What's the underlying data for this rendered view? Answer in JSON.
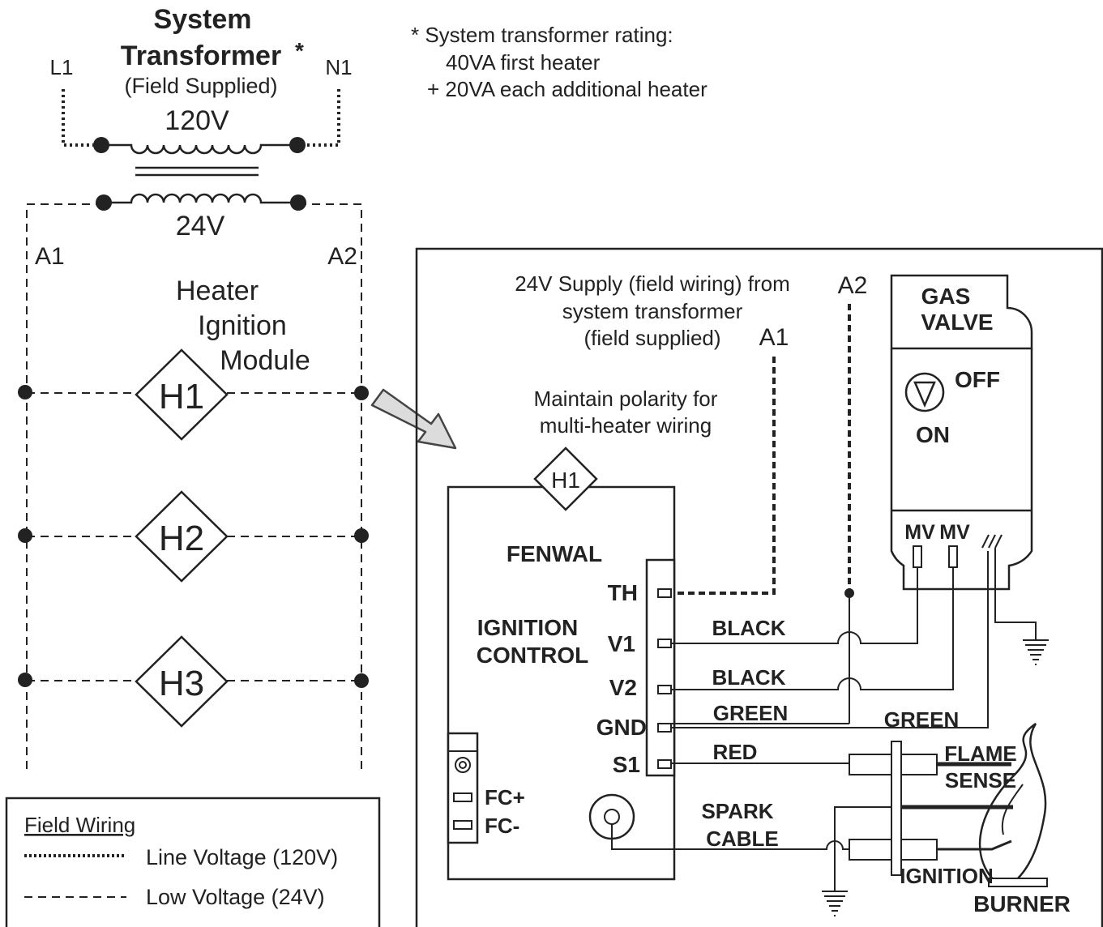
{
  "transformer": {
    "title_line1": "System",
    "title_line2": "Transformer",
    "asterisk": "*",
    "subtitle": "(Field Supplied)",
    "primary_voltage": "120V",
    "secondary_voltage": "24V",
    "line_terminal": "L1",
    "neutral_terminal": "N1",
    "secondary_left": "A1",
    "secondary_right": "A2"
  },
  "rating_note": {
    "line1": "* System transformer rating:",
    "line2": "40VA first heater",
    "line3": "+ 20VA each additional heater"
  },
  "module_label": {
    "line1": "Heater",
    "line2": "Ignition",
    "line3": "Module"
  },
  "heaters": [
    "H1",
    "H2",
    "H3"
  ],
  "legend": {
    "title": "Field Wiring",
    "line_voltage": "Line Voltage (120V)",
    "low_voltage": "Low Voltage (24V)"
  },
  "detail": {
    "supply_note_line1": "24V Supply (field wiring) from",
    "supply_note_line2": "system transformer",
    "supply_note_line3": "(field supplied)",
    "a1": "A1",
    "a2": "A2",
    "polarity_line1": "Maintain polarity for",
    "polarity_line2": "multi-heater wiring",
    "module_tag": "H1",
    "brand": "FENWAL",
    "control_line1": "IGNITION",
    "control_line2": "CONTROL",
    "terminals": [
      "TH",
      "V1",
      "V2",
      "GND",
      "S1"
    ],
    "fc_plus": "FC+",
    "fc_minus": "FC-",
    "wires": {
      "v1": "BLACK",
      "v2": "BLACK",
      "gnd": "GREEN",
      "gnd_valve": "GREEN",
      "s1": "RED"
    },
    "spark_line1": "SPARK",
    "spark_line2": "CABLE",
    "gas_valve_line1": "GAS",
    "gas_valve_line2": "VALVE",
    "valve_off": "OFF",
    "valve_on": "ON",
    "mv1": "MV",
    "mv2": "MV",
    "flame_line1": "FLAME",
    "flame_line2": "SENSE",
    "ignition": "IGNITION",
    "burner": "BURNER"
  }
}
